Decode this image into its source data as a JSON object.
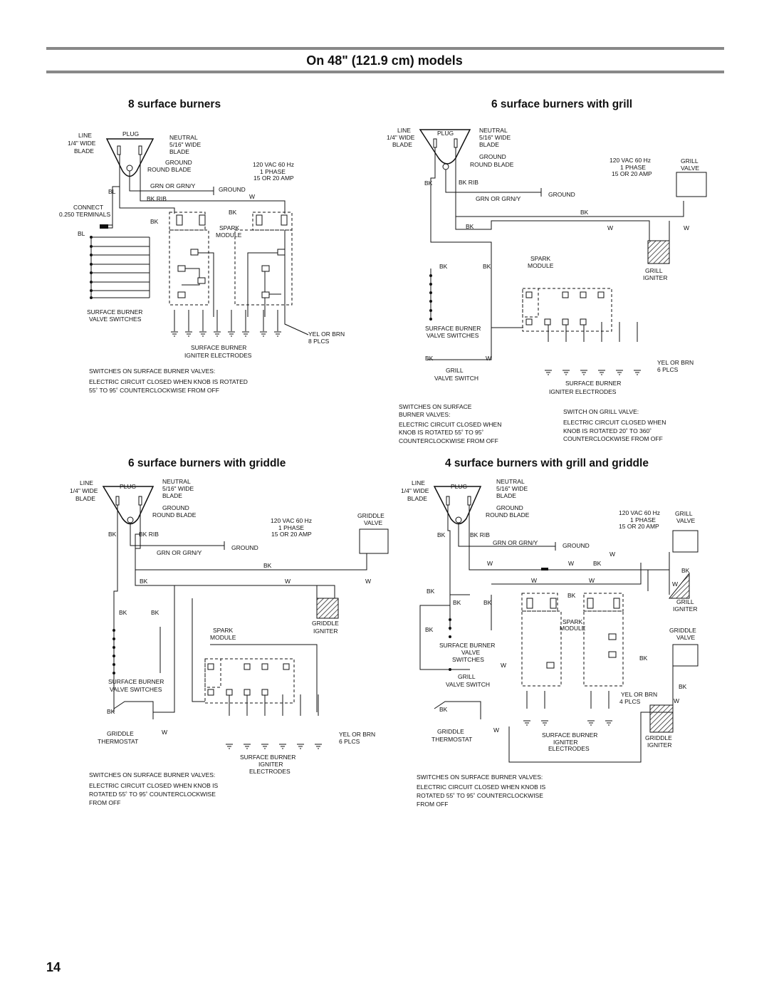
{
  "title": "On 48\" (121.9 cm) models",
  "page_number": "14",
  "colors": {
    "rule": "#888888",
    "ink": "#111111",
    "hatch": "#222222"
  },
  "common": {
    "line": "LINE",
    "wide14": "1/4\" WIDE",
    "blade": "BLADE",
    "plug": "PLUG",
    "neutral": "NEUTRAL",
    "wide516": "5/16\" WIDE",
    "ground": "GROUND",
    "round_blade": "ROUND BLADE",
    "grn": "GRN OR GRN/Y",
    "bk": "BK",
    "w": "W",
    "bl": "BL",
    "bkrib": "BK RIB",
    "vac": "120 VAC 60 Hz",
    "phase": "1 PHASE",
    "amp": "15 OR 20 AMP",
    "spark": "SPARK",
    "module": "MODULE",
    "sbv1": "SURFACE BURNER",
    "sbv2": "VALVE SWITCHES",
    "sbie1": "SURFACE BURNER",
    "sbie2": "IGNITER ELECTRODES",
    "yel": "YEL OR BRN",
    "grill": "GRILL",
    "griddle": "GRIDDLE",
    "valve": "VALVE",
    "igniter": "IGNITER",
    "electrodes": "ELECTRODES",
    "thermostat": "THERMOSTAT",
    "valve_switch": "VALVE SWITCH",
    "valve_word": "VALVE",
    "switches_word": "SWITCHES",
    "sb_single": "SURFACE BURNER",
    "switches_on_sb": "SWITCHES ON SURFACE BURNER VALVES:",
    "circuit_closed": "ELECTRIC CIRCUIT CLOSED WHEN KNOB IS",
    "rotated": "ROTATED 55˚ TO 95˚ COUNTERCLOCKWISE",
    "from_off": "FROM OFF"
  },
  "d1": {
    "title": "8 surface burners",
    "connect": "CONNECT",
    "terminals": "0.250 TERMINALS",
    "plcs": "8 PLCS",
    "note1": "SWITCHES ON SURFACE BURNER VALVES:",
    "note2": "ELECTRIC CIRCUIT CLOSED WHEN KNOB IS ROTATED",
    "note3": "55˚ TO 95˚ COUNTERCLOCKWISE FROM OFF"
  },
  "d2": {
    "title": "6 surface burners with grill",
    "plcs": "6 PLCS",
    "note_a1": "SWITCHES ON SURFACE",
    "note_a2": "BURNER VALVES:",
    "note_a3": "ELECTRIC CIRCUIT CLOSED WHEN",
    "note_a4": "KNOB IS ROTATED 55˚ TO 95˚",
    "note_a5": "COUNTERCLOCKWISE FROM OFF",
    "note_b1": "SWITCH ON GRILL VALVE:",
    "note_b2": "ELECTRIC CIRCUIT CLOSED WHEN",
    "note_b3": "KNOB IS ROTATED 20˚ TO 360˚",
    "note_b4": "COUNTERCLOCKWISE FROM OFF"
  },
  "d3": {
    "title": "6 surface burners with griddle",
    "plcs": "6 PLCS"
  },
  "d4": {
    "title": "4 surface burners with grill and griddle",
    "plcs": "4 PLCS"
  }
}
